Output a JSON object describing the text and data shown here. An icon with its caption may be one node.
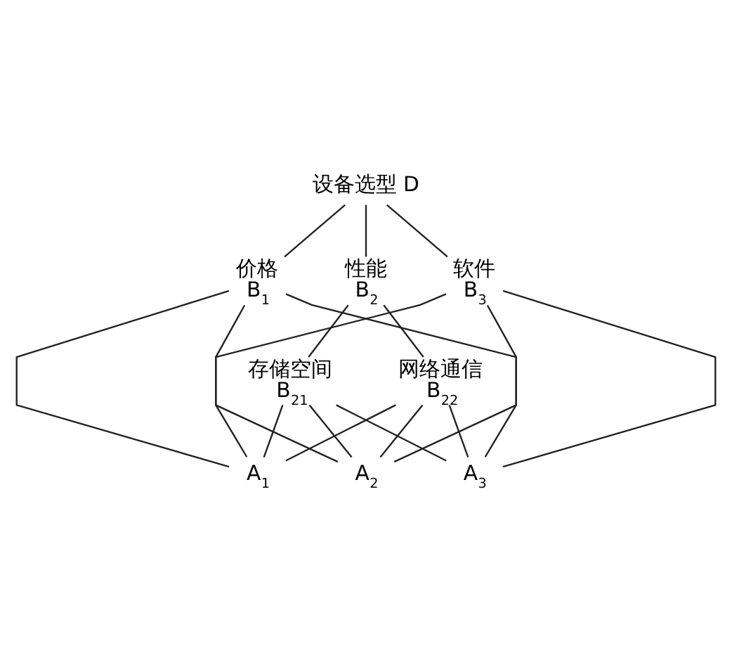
{
  "diagram": {
    "nodes": [
      {
        "text": [
          "设备选型 D"
        ]
      },
      {
        "text": [
          "价格",
          "B$_{1}$"
        ]
      },
      {
        "text": [
          "性能",
          "B$_{2}$"
        ]
      },
      {
        "text": [
          "软件",
          "B$_{3}$"
        ]
      },
      {
        "text": [
          "存储空间",
          "B$_{21}$"
        ]
      },
      {
        "text": [
          "网络通信",
          "B$_{22}$"
        ]
      },
      {
        "text": [
          "A$_{1}$"
        ]
      },
      {
        "text": [
          "A$_{2}$"
        ]
      },
      {
        "text": [
          "A$_{3}$"
        ]
      }
    ],
    "edges": [
      {
        "from": 0,
        "to": 1,
        "arrow": "none"
      },
      {
        "from": 0,
        "to": 2,
        "arrow": "none"
      },
      {
        "from": 0,
        "to": 3,
        "arrow": "none"
      },
      {
        "from": 2,
        "to": 4,
        "arrow": "none"
      },
      {
        "from": 2,
        "to": 5,
        "arrow": "none"
      },
      {
        "from": 1,
        "to": 6,
        "arrow": "none"
      },
      {
        "from": 1,
        "to": 7,
        "arrow": "none"
      },
      {
        "from": 1,
        "to": 8,
        "arrow": "none"
      },
      {
        "from": 4,
        "to": 6,
        "arrow": "none"
      },
      {
        "from": 4,
        "to": 7,
        "arrow": "none"
      },
      {
        "from": 4,
        "to": 8,
        "arrow": "none"
      },
      {
        "from": 5,
        "to": 6,
        "arrow": "none"
      },
      {
        "from": 5,
        "to": 7,
        "arrow": "none"
      },
      {
        "from": 5,
        "to": 8,
        "arrow": "none"
      },
      {
        "from": 3,
        "to": 6,
        "arrow": "none"
      },
      {
        "from": 3,
        "to": 7,
        "arrow": "none"
      },
      {
        "from": 3,
        "to": 8,
        "arrow": "none"
      }
    ]
  }
}
